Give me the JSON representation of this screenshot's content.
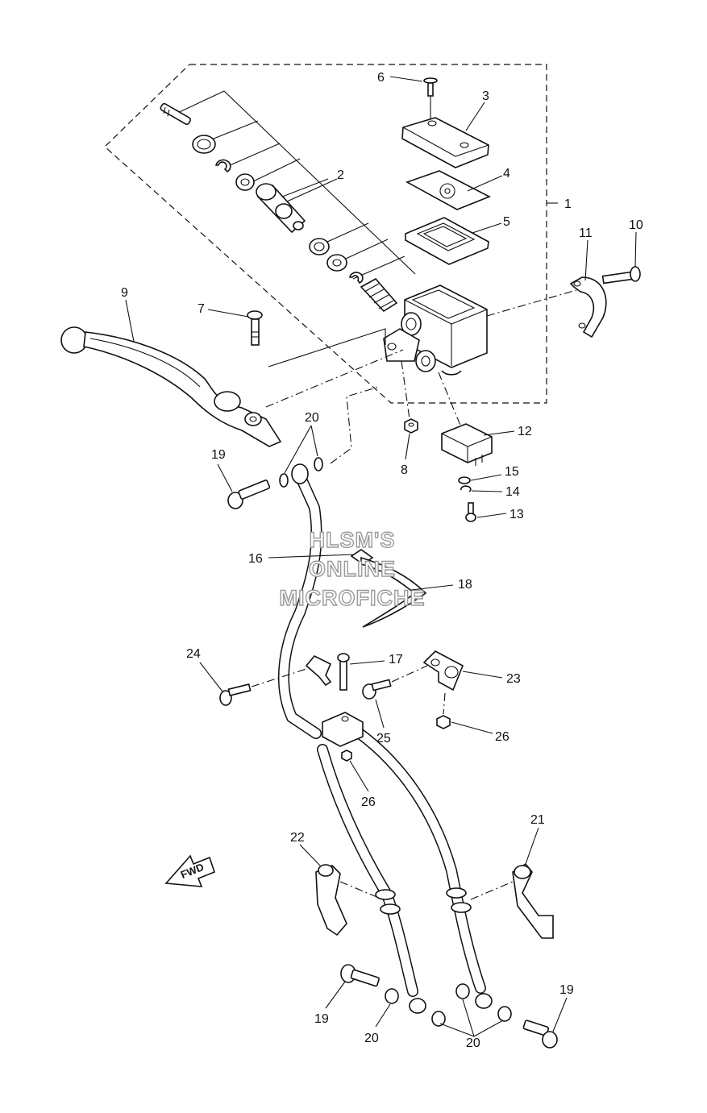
{
  "diagram": {
    "callouts": [
      {
        "id": "1",
        "label": "1"
      },
      {
        "id": "2",
        "label": "2"
      },
      {
        "id": "3",
        "label": "3"
      },
      {
        "id": "4",
        "label": "4"
      },
      {
        "id": "5",
        "label": "5"
      },
      {
        "id": "6",
        "label": "6"
      },
      {
        "id": "7",
        "label": "7"
      },
      {
        "id": "8",
        "label": "8"
      },
      {
        "id": "9",
        "label": "9"
      },
      {
        "id": "10",
        "label": "10"
      },
      {
        "id": "11",
        "label": "11"
      },
      {
        "id": "12",
        "label": "12"
      },
      {
        "id": "13",
        "label": "13"
      },
      {
        "id": "14",
        "label": "14"
      },
      {
        "id": "15",
        "label": "15"
      },
      {
        "id": "16",
        "label": "16"
      },
      {
        "id": "17",
        "label": "17"
      },
      {
        "id": "18",
        "label": "18"
      },
      {
        "id": "19a",
        "label": "19"
      },
      {
        "id": "19b",
        "label": "19"
      },
      {
        "id": "19c",
        "label": "19"
      },
      {
        "id": "20a",
        "label": "20"
      },
      {
        "id": "20b",
        "label": "20"
      },
      {
        "id": "20c",
        "label": "20"
      },
      {
        "id": "21",
        "label": "21"
      },
      {
        "id": "22",
        "label": "22"
      },
      {
        "id": "23",
        "label": "23"
      },
      {
        "id": "24",
        "label": "24"
      },
      {
        "id": "25",
        "label": "25"
      },
      {
        "id": "26a",
        "label": "26"
      },
      {
        "id": "26b",
        "label": "26"
      }
    ],
    "watermark": {
      "line1": "HLSM'S",
      "line2": "ONLINE",
      "line3": "MICROFICHE"
    },
    "direction_arrow": {
      "label": "FWD",
      "icon": "fwd-arrow-icon"
    }
  }
}
